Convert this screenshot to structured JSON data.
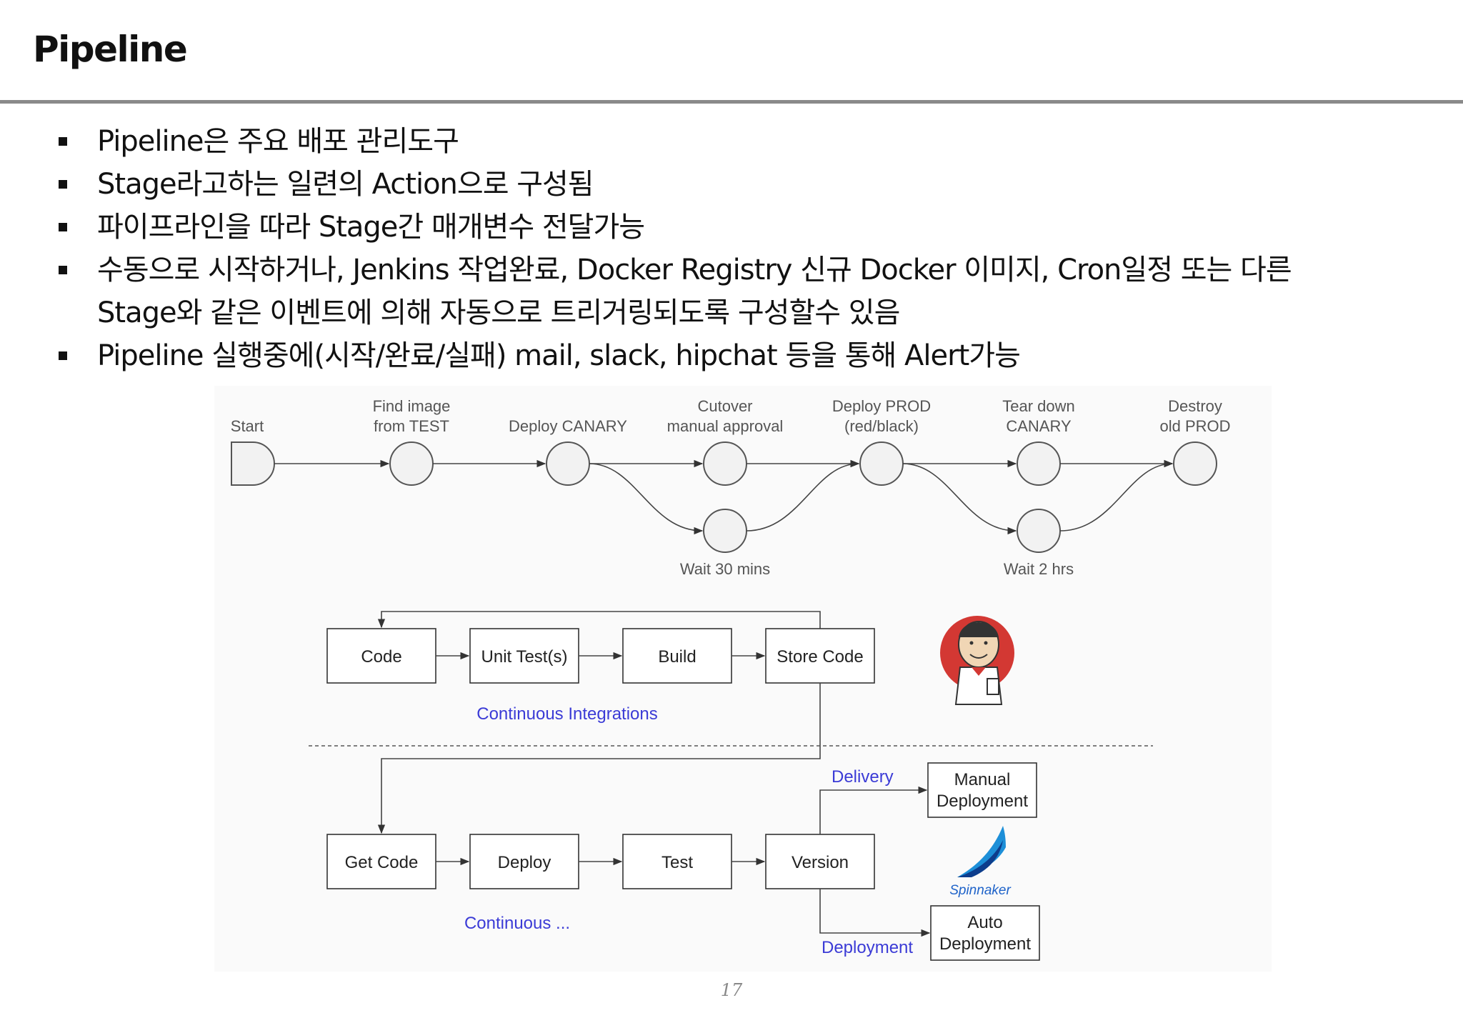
{
  "title": "Pipeline",
  "bullets": [
    {
      "text": "Pipeline은 주요 배포 관리도구"
    },
    {
      "text": "Stage라고하는 일련의 Action으로 구성됨"
    },
    {
      "text": "파이프라인을 따라 Stage간 매개변수 전달가능"
    },
    {
      "text": "수동으로 시작하거나, Jenkins 작업완료, Docker Registry 신규 Docker 이미지, Cron일정 또는 다른",
      "text2": "Stage와 같은 이벤트에 의해 자동으로 트리거링되도록 구성할수 있음"
    },
    {
      "text": "Pipeline 실행중에(시작/완료/실패) mail, slack, hipchat 등을 통해 Alert가능"
    }
  ],
  "pipeline_diagram": {
    "stages": {
      "start": "Start",
      "find_image": [
        "Find image",
        "from TEST"
      ],
      "deploy_canary": "Deploy CANARY",
      "cutover": [
        "Cutover",
        "manual approval"
      ],
      "deploy_prod": [
        "Deploy PROD",
        "(red/black)"
      ],
      "tear_down": [
        "Tear down",
        "CANARY"
      ],
      "destroy": [
        "Destroy",
        "old PROD"
      ],
      "wait1": "Wait 30 mins",
      "wait2": "Wait 2 hrs"
    }
  },
  "ci_cd_diagram": {
    "ci_boxes": [
      "Code",
      "Unit Test(s)",
      "Build",
      "Store Code"
    ],
    "ci_label": "Continuous Integrations",
    "cd_boxes": [
      "Get Code",
      "Deploy",
      "Test",
      "Version"
    ],
    "cd_label": "Continuous ...",
    "delivery_label": "Delivery",
    "deployment_label": "Deployment",
    "manual_box": [
      "Manual",
      "Deployment"
    ],
    "auto_box": [
      "Auto",
      "Deployment"
    ],
    "spinnaker_logo": "Spinnaker",
    "jenkins_logo": "jenkins-mascot-icon",
    "label_color": "#3b3bd6"
  },
  "page_number": "17"
}
